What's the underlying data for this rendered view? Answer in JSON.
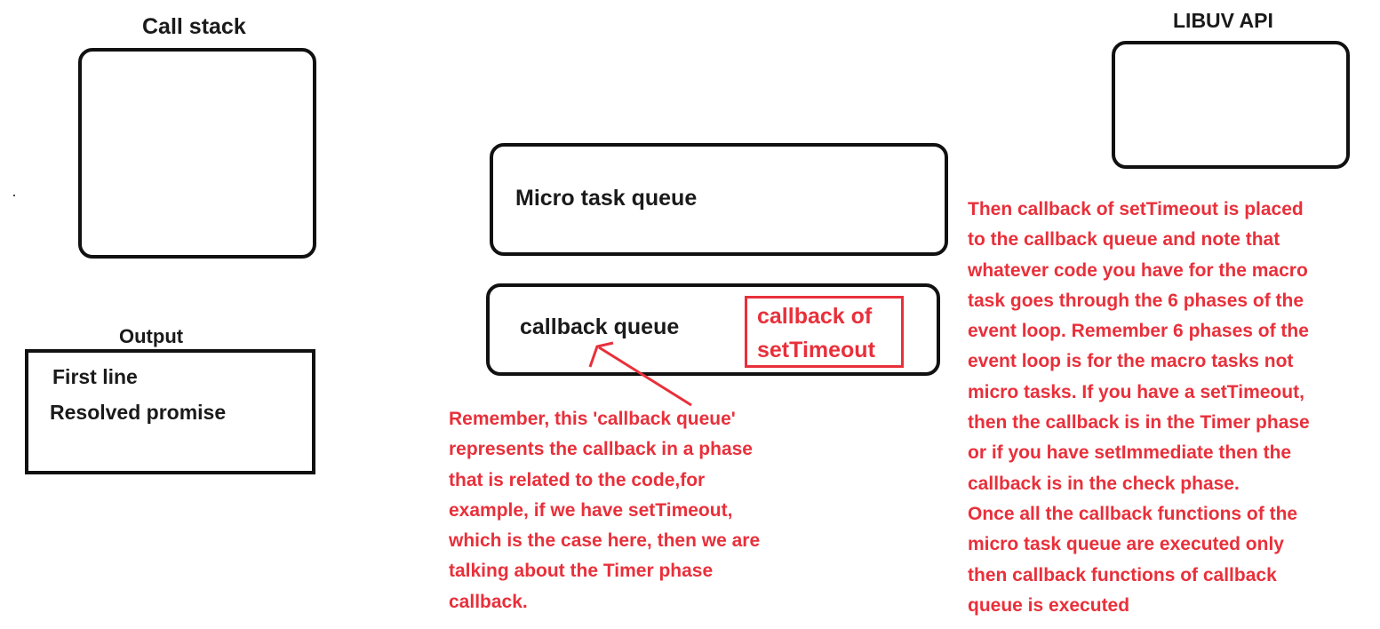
{
  "call_stack": {
    "title": "Call stack"
  },
  "libuv": {
    "title": "LIBUV API"
  },
  "micro_task_queue": {
    "label": "Micro task queue"
  },
  "callback_queue": {
    "label": "callback queue",
    "item_line1": "callback of",
    "item_line2": "setTimeout"
  },
  "output": {
    "title": "Output",
    "lines": [
      "First line",
      "Resolved promise"
    ]
  },
  "note_center": {
    "lines": [
      "Remember, this 'callback queue'",
      "represents the callback in a phase",
      "that is related to the code,for",
      "example, if we have setTimeout,",
      "which is the case here, then we are",
      "talking about the Timer phase",
      "callback."
    ]
  },
  "note_right": {
    "lines": [
      "Then callback of setTimeout is placed",
      "to the callback queue and note that",
      "whatever code you have for the macro",
      "task goes through the 6 phases of the",
      "event loop. Remember 6 phases of the",
      "event loop is for the macro tasks not",
      "micro tasks. If you have a setTimeout,",
      "then the callback is in the Timer phase",
      "or if you have setImmediate then the",
      "callback is in the check phase.",
      "Once all the callback functions of the",
      "micro task queue are executed only",
      "then callback functions of callback",
      "queue is executed"
    ]
  },
  "colors": {
    "annotation": "#e8303b",
    "outline": "#111111"
  }
}
